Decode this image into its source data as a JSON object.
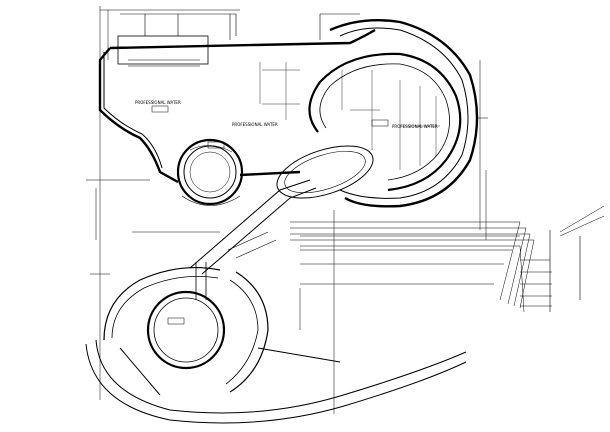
{
  "drawing": {
    "kind": "CAD floor plan (electrical layout)",
    "line_color": "#000000",
    "background": "#ffffff",
    "annotations": [
      "PROFESSIONAL WATER",
      "PROFESSIONAL WATER",
      "PROFESSIONAL WATER"
    ]
  }
}
